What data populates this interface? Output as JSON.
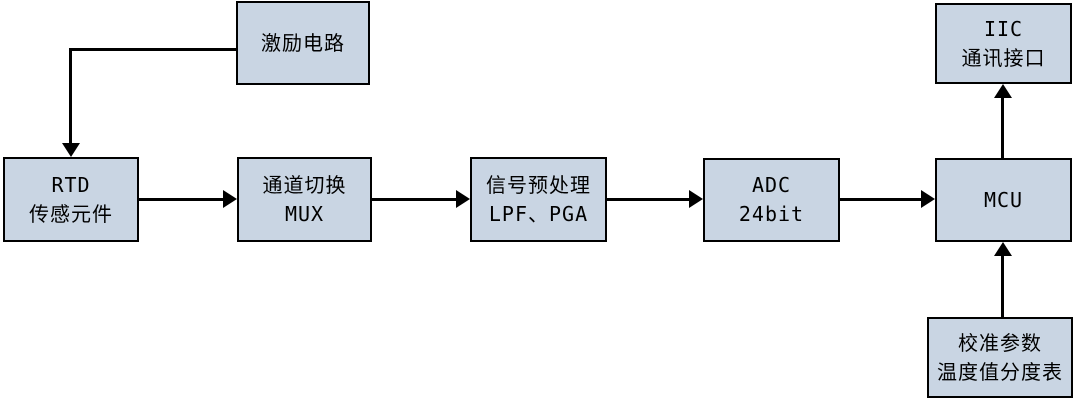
{
  "colors": {
    "background": "#ffffff",
    "node_fill": "#c9d5e3",
    "node_border": "#000000",
    "line": "#000000"
  },
  "nodes": {
    "excitation": {
      "lines": [
        "激励电路"
      ]
    },
    "rtd": {
      "lines": [
        "RTD",
        "传感元件"
      ]
    },
    "mux": {
      "lines": [
        "通道切换",
        "MUX"
      ]
    },
    "preprocess": {
      "lines": [
        "信号预处理",
        "LPF、PGA"
      ]
    },
    "adc": {
      "lines": [
        "ADC",
        "24bit"
      ]
    },
    "mcu": {
      "lines": [
        "MCU"
      ]
    },
    "iic": {
      "lines": [
        "IIC",
        "通讯接口"
      ]
    },
    "calibration": {
      "lines": [
        "校准参数",
        "温度值分度表"
      ]
    }
  },
  "connections": [
    {
      "from": "excitation",
      "to": "rtd",
      "direction": "down"
    },
    {
      "from": "rtd",
      "to": "mux",
      "direction": "right"
    },
    {
      "from": "mux",
      "to": "preprocess",
      "direction": "right"
    },
    {
      "from": "preprocess",
      "to": "adc",
      "direction": "right"
    },
    {
      "from": "adc",
      "to": "mcu",
      "direction": "right"
    },
    {
      "from": "mcu",
      "to": "iic",
      "direction": "up"
    },
    {
      "from": "calibration",
      "to": "mcu",
      "direction": "up"
    }
  ]
}
